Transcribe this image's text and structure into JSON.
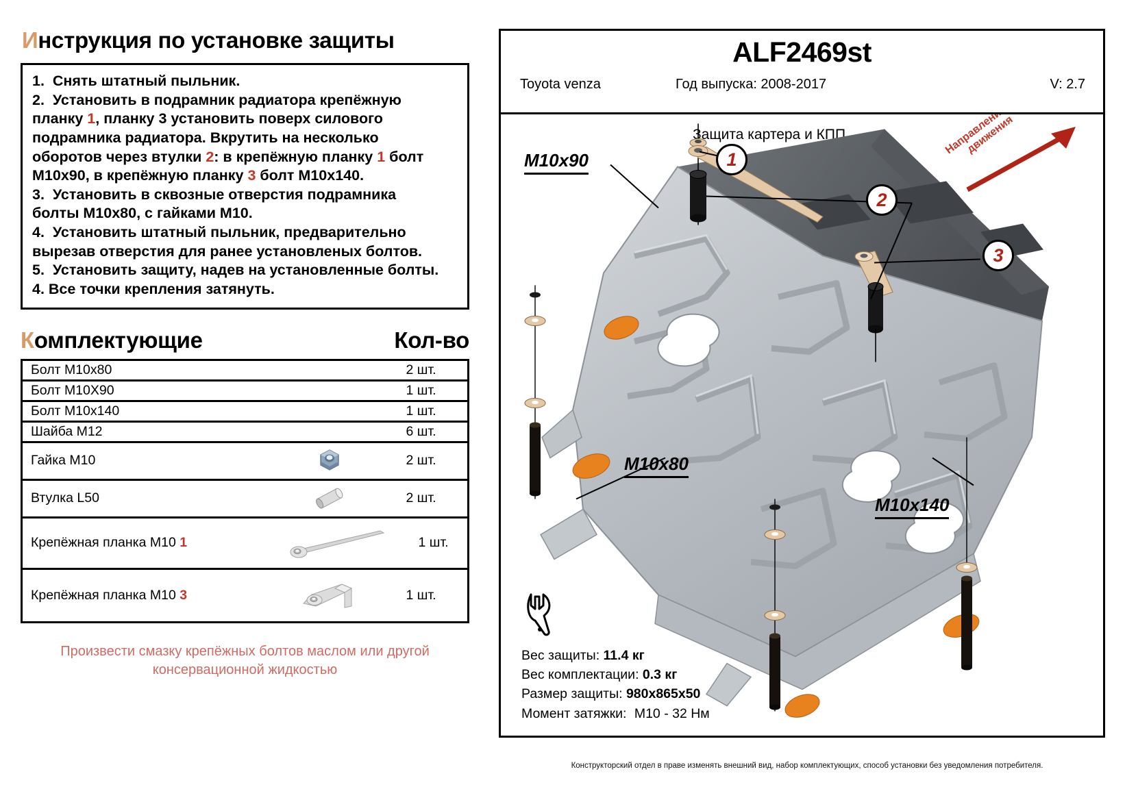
{
  "left": {
    "instruction_title": "Инструкция по установке защиты",
    "instruction_title_cap": "И",
    "instruction_title_rest": "нструкция по установке защиты",
    "steps": [
      "1.  Снять штатный пыльник.",
      "2.  Установить в подрамник радиатора крепёжную",
      "планку 1, планку 3 установить поверх силового",
      "подрамника радиатора. Вкрутить на несколько",
      "оборотов через втулки 2: в крепёжную планку 1 болт",
      "М10х90, в крепёжную планку 3 болт М10х140.",
      "3.  Установить в сквозные отверстия подрамника",
      "болты М10х80, с гайками М10.",
      "4.  Установить штатный пыльник, предварительно",
      "вырезав отверстия для ранее установленых болтов.",
      "5.  Установить защиту, надев на установленные болты.",
      "4. Все точки крепления затянуть."
    ],
    "components_heading": "Комплектующие",
    "components_heading_cap": "К",
    "components_heading_rest": "омплектующие",
    "quantity_heading": "Кол-во",
    "components": [
      {
        "name": "Болт М10х80",
        "qty": "2 шт.",
        "icon": "none"
      },
      {
        "name": "Болт М10Х90",
        "qty": "1 шт.",
        "icon": "none"
      },
      {
        "name": "Болт М10х140",
        "qty": "1 шт.",
        "icon": "none"
      },
      {
        "name": "Шайба М12",
        "qty": "6 шт.",
        "icon": "none"
      },
      {
        "name": "Гайка М10",
        "qty": "2 шт.",
        "icon": "nut-icon"
      },
      {
        "name": "Втулка L50",
        "qty": "2 шт.",
        "icon": "bushing-icon"
      },
      {
        "name": "Крепёжная планка М10 1",
        "qty": "1 шт.",
        "icon": "long-bracket-icon"
      },
      {
        "name": "Крепёжная планка М10 3",
        "qty": "1 шт.",
        "icon": "short-bracket-icon"
      }
    ],
    "lubrication_note_line1": "Произвести смазку крепёжных болтов маслом или другой",
    "lubrication_note_line2": "консервационной жидкостью"
  },
  "right": {
    "product_code": "ALF2469st",
    "vehicle_name": "Toyota venza",
    "year_label": "Год выпуска: 2008-2017",
    "engine_volume": "V: 2.7",
    "diagram_title": "Защита картера и КПП",
    "direction_line1": "Направление",
    "direction_line2": "движения",
    "callouts": [
      {
        "id": "1",
        "label": "1"
      },
      {
        "id": "2",
        "label": "2"
      },
      {
        "id": "3",
        "label": "3"
      }
    ],
    "bolt_labels": [
      {
        "id": "m10x90",
        "label": "M10x90"
      },
      {
        "id": "m10x80",
        "label": "M10x80"
      },
      {
        "id": "m10x140",
        "label": "M10x140"
      }
    ],
    "specs": [
      {
        "label": "Вес защиты:",
        "value": "11.4 кг"
      },
      {
        "label": "Вес комплектации:",
        "value": "0.3 кг"
      },
      {
        "label": "Размер защиты:",
        "value": "980x865x50"
      },
      {
        "label": "Момент затяжки:",
        "value": "М10 - 32 Нм"
      }
    ]
  },
  "footer_disclaimer": "Конструкторский отдел в праве изменять внешний вид, набор комплектующих, способ установки без уведомления потребителя.",
  "colors": {
    "accent_red": "#c0392b",
    "callout_red": "#b02418",
    "note_red": "#cf6b63",
    "title_cap": "#d99b66",
    "plate_light": "#c9cdd2",
    "plate_mid": "#a8aeb4",
    "plate_dark": "#5b5f63",
    "sticker_orange": "#e8821e",
    "washer_tan": "#e3c9a8"
  }
}
